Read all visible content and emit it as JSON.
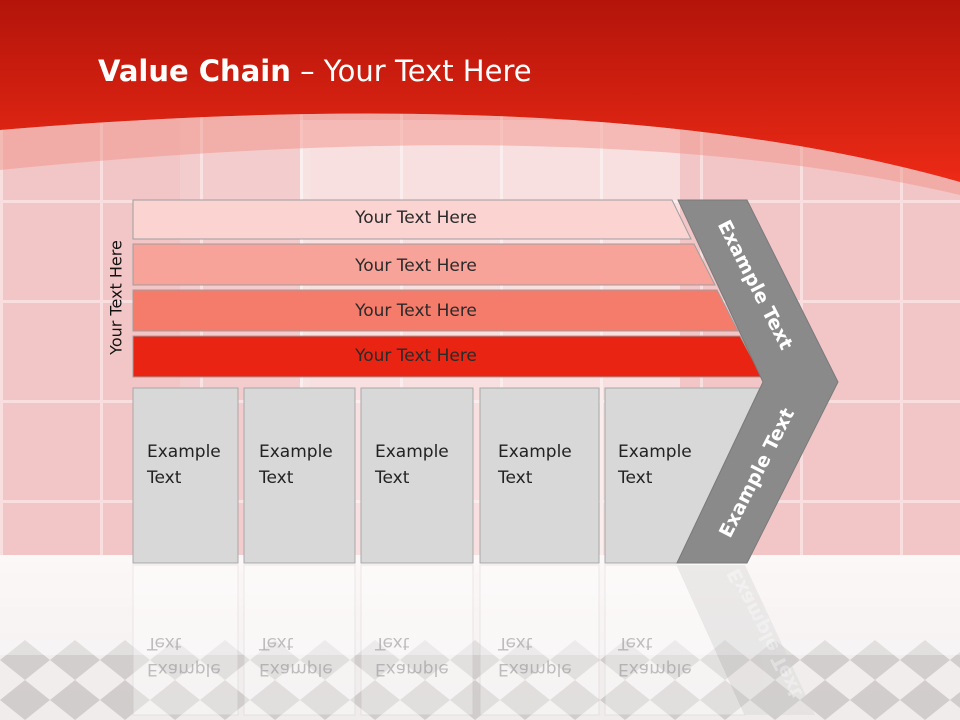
{
  "slide": {
    "title_bold": "Value Chain",
    "title_rest": " – Your Text Here",
    "side_label": "Your Text Here",
    "bars": [
      {
        "label": "Your Text Here",
        "color": "#fbd3d1"
      },
      {
        "label": "Your Text Here",
        "color": "#f8a399"
      },
      {
        "label": "Your Text Here",
        "color": "#f57b6b"
      },
      {
        "label": "Your Text Here",
        "color": "#ea2412"
      }
    ],
    "columns": [
      {
        "line1": "Example",
        "line2": "Text"
      },
      {
        "line1": "Example",
        "line2": "Text"
      },
      {
        "line1": "Example",
        "line2": "Text"
      },
      {
        "line1": "Example",
        "line2": "Text"
      },
      {
        "line1": "Example",
        "line2": "Text"
      }
    ],
    "chevron_upper": "Example Text",
    "chevron_lower": "Example Text",
    "colors": {
      "header_red": "#e8200e",
      "chevron_gray": "#8a8a8a",
      "column_gray": "#d8d8d8"
    }
  }
}
